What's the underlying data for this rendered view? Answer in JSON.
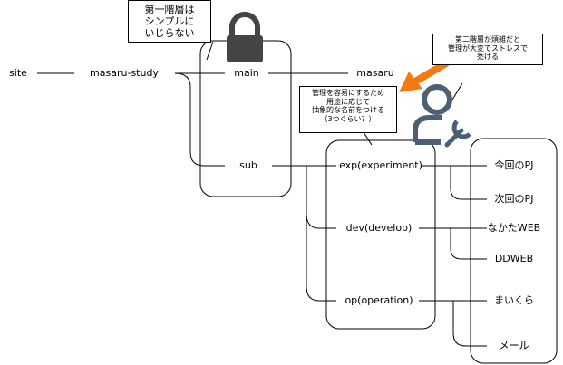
{
  "nodes": {
    "site": "site",
    "masaru_study": "masaru-study",
    "main": "main",
    "sub": "sub",
    "masaru": "masaru",
    "exp": "exp(experiment)",
    "dev": "dev(develop)",
    "op": "op(operation)",
    "konkai": "今回のPJ",
    "jikai": "次回のPJ",
    "nakata": "なかたWEB",
    "ddweb": "DDWEB",
    "maikura": "まいくら",
    "mail": "メール"
  },
  "notes": {
    "top": [
      "第一階層は",
      "シンプルに",
      "いじらない"
    ],
    "middle": [
      "管理を容易にするため",
      "用途に応じて",
      "抽象的な名前をつける",
      "（3つぐらい？）"
    ],
    "right": [
      "第二階層が煩雑だと",
      "管理が大変でストレスで",
      "禿げる"
    ]
  },
  "icons": {
    "lock": "lock-icon",
    "admin": "user-settings-icon",
    "arrow": "orange-arrow-icon"
  },
  "colors": {
    "line": "#000000",
    "icon_dark": "#444444",
    "icon_slate": "#4d5f73",
    "arrow": "#f37a10"
  }
}
